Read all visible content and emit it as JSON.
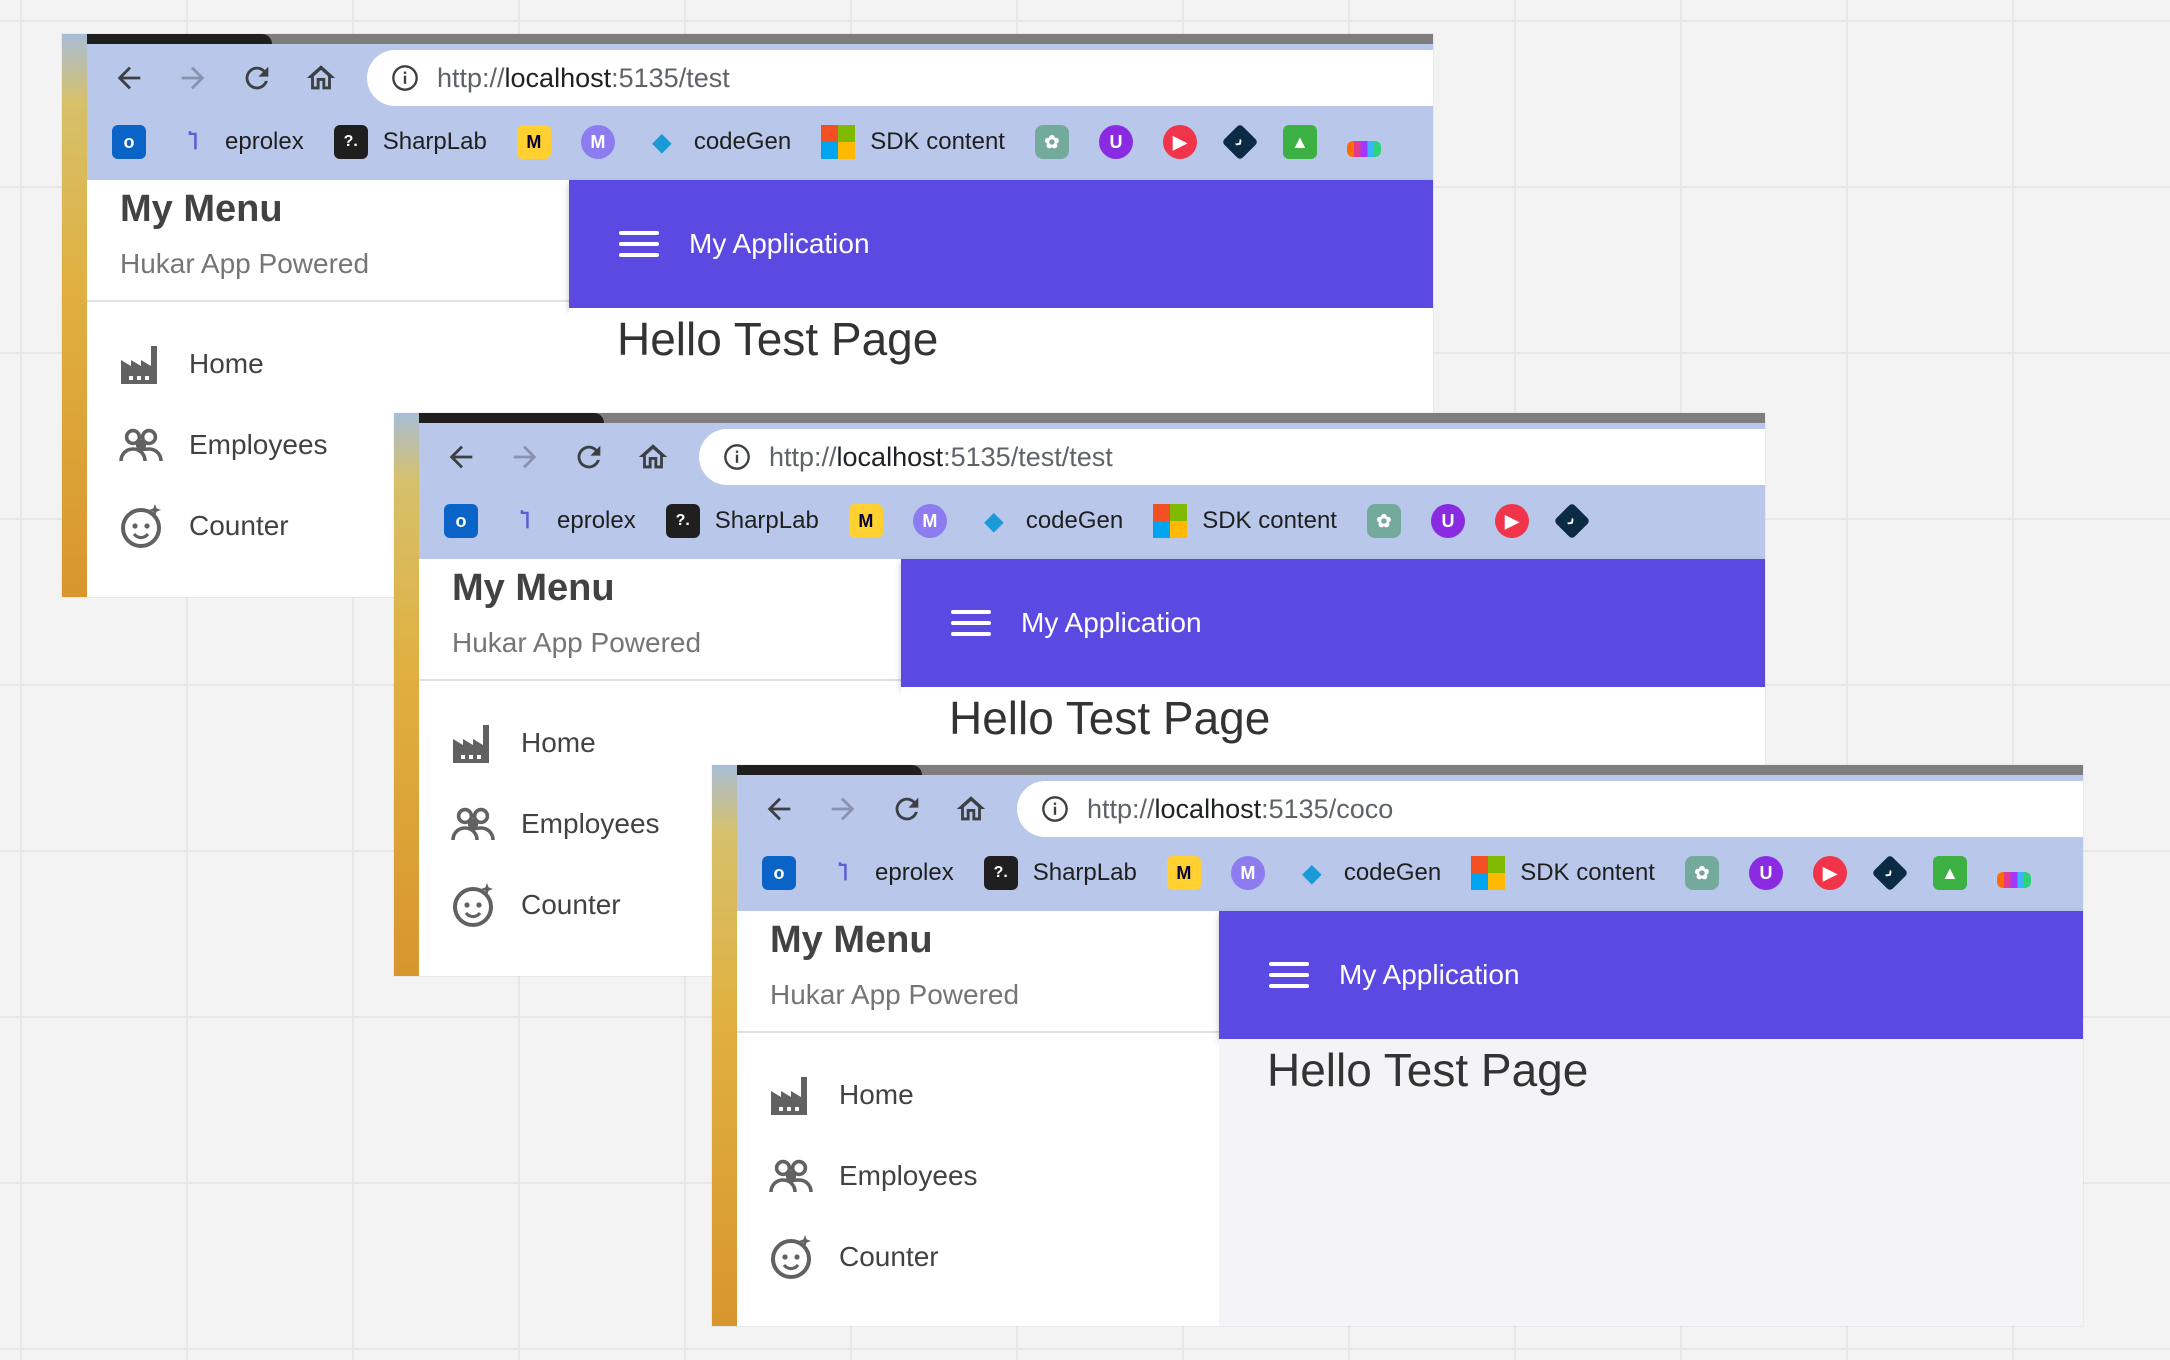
{
  "screenshots": [
    {
      "url_prefix": "http://",
      "url_host": "localhost",
      "url_rest": ":5135/test",
      "bookmarks": {
        "eprolex": "eprolex",
        "sharplab": "SharpLab",
        "codegen": "codeGen",
        "sdk": "SDK content"
      },
      "drawer": {
        "title": "My Menu",
        "subtitle": "Hukar App Powered"
      },
      "nav": [
        "Home",
        "Employees",
        "Counter"
      ],
      "appbar_title": "My Application",
      "page_heading": "Hello Test Page"
    },
    {
      "url_prefix": "http://",
      "url_host": "localhost",
      "url_rest": ":5135/test/test",
      "bookmarks": {
        "eprolex": "eprolex",
        "sharplab": "SharpLab",
        "codegen": "codeGen",
        "sdk": "SDK content"
      },
      "drawer": {
        "title": "My Menu",
        "subtitle": "Hukar App Powered"
      },
      "nav": [
        "Home",
        "Employees",
        "Counter"
      ],
      "appbar_title": "My Application",
      "page_heading": "Hello Test Page"
    },
    {
      "url_prefix": "http://",
      "url_host": "localhost",
      "url_rest": ":5135/coco",
      "bookmarks": {
        "eprolex": "eprolex",
        "sharplab": "SharpLab",
        "codegen": "codeGen",
        "sdk": "SDK content"
      },
      "drawer": {
        "title": "My Menu",
        "subtitle": "Hukar App Powered"
      },
      "nav": [
        "Home",
        "Employees",
        "Counter"
      ],
      "appbar_title": "My Application",
      "page_heading": "Hello Test Page"
    }
  ],
  "colors": {
    "appbar": "#5b4ae2",
    "browser_toolbar": "#b8c7ea",
    "canvas": "#f3f3f3"
  },
  "icons": [
    "back-arrow-icon",
    "forward-arrow-icon",
    "reload-icon",
    "home-icon",
    "info-icon",
    "outlook-icon",
    "eprolex-icon",
    "sharplab-icon",
    "miro-icon",
    "mastodon-icon",
    "codegen-icon",
    "microsoft-icon",
    "chatgpt-icon",
    "upwork-icon",
    "youtube-icon",
    "dart-icon",
    "remote-desktop-icon",
    "deezer-icon",
    "factory-icon",
    "people-icon",
    "face-icon",
    "menu-icon"
  ]
}
